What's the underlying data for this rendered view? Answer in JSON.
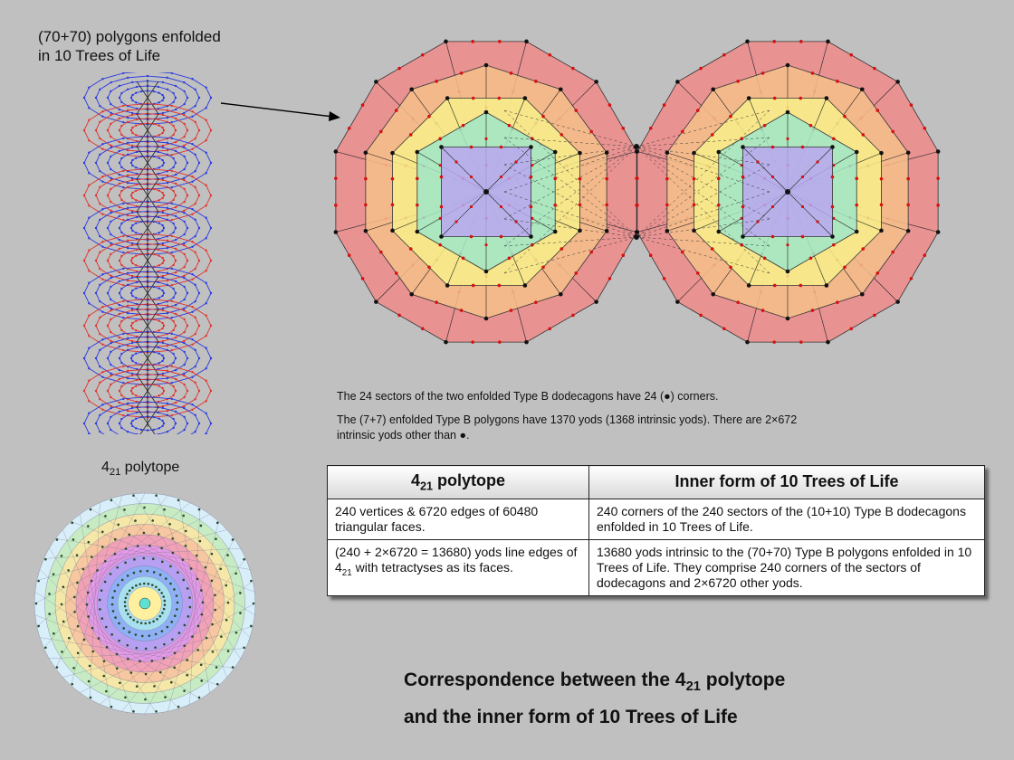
{
  "trees_title_line1": "(70+70) polygons enfolded",
  "trees_title_line2": "in 10 Trees of Life",
  "polytope_label_main": "4",
  "polytope_label_sub": "21",
  "polytope_label_rest": " polytope",
  "note_1": "The 24 sectors of the two enfolded Type B dodecagons have 24 (●) corners.",
  "note_2_line1": "The (7+7) enfolded Type B polygons have 1370 yods (1368 intrinsic yods). There are 2×672",
  "note_2_line2": "intrinsic yods other than ●.",
  "table": {
    "header_left_main": "4",
    "header_left_sub": "21",
    "header_left_rest": " polytope",
    "header_right": "Inner form of 10 Trees of Life",
    "row1_left": "240 vertices & 6720 edges of 60480 triangular faces.",
    "row1_right": "240 corners of the 240 sectors of the (10+10) Type B dodecagons enfolded in 10 Trees of Life.",
    "row2_left_a": "(240 + 2×6720 = 13680) yods line edges of 4",
    "row2_left_sub": "21",
    "row2_left_b": " with tetractyses as its faces.",
    "row2_right": "13680 yods intrinsic to the (70+70) Type B polygons enfolded in 10 Trees of Life. They comprise 240 corners of the sectors of dodecagons and 2×6720 other yods."
  },
  "heading_line1_a": "Correspondence between the 4",
  "heading_line1_sub": "21",
  "heading_line1_b": " polytope",
  "heading_line2": "and the inner form of 10 Trees of Life",
  "colors": {
    "background": "#c0c0c0",
    "dodecagon": "#f08a8a",
    "decagon": "#f5c08a",
    "octagon": "#f7ef8a",
    "hexagon": "#9fe6c8",
    "square": "#b8a6f0",
    "tree_blue": "#2b3be0",
    "tree_red": "#e0342b"
  }
}
